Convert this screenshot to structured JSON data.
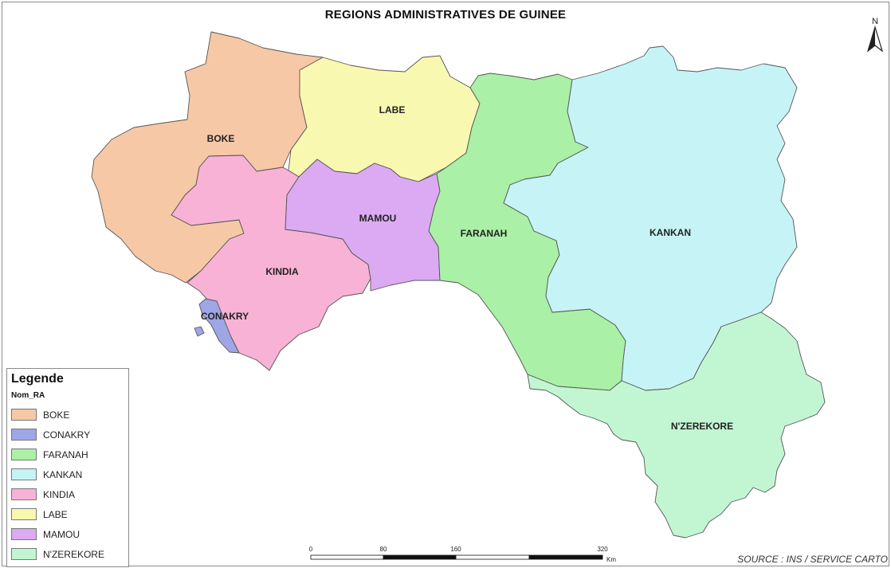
{
  "title": "REGIONS ADMINISTRATIVES DE GUINEE",
  "north_label": "N",
  "source": "SOURCE : INS / SERVICE CARTO",
  "legend": {
    "title": "Legende",
    "field": "Nom_RA",
    "items": [
      {
        "label": "BOKE",
        "color": "#f6c8a6"
      },
      {
        "label": "CONAKRY",
        "color": "#9ea6e6"
      },
      {
        "label": "FARANAH",
        "color": "#aaf0a6"
      },
      {
        "label": "KANKAN",
        "color": "#c6f4f6"
      },
      {
        "label": "KINDIA",
        "color": "#f8b2d6"
      },
      {
        "label": "LABE",
        "color": "#f8f8b0"
      },
      {
        "label": "MAMOU",
        "color": "#dcaaf2"
      },
      {
        "label": "N'ZEREKORE",
        "color": "#c2f6d2"
      }
    ]
  },
  "regions": {
    "boke": {
      "label": "BOKE",
      "color": "#f6c8a6"
    },
    "conakry": {
      "label": "CONAKRY",
      "color": "#9ea6e6"
    },
    "faranah": {
      "label": "FARANAH",
      "color": "#aaf0a6"
    },
    "kankan": {
      "label": "KANKAN",
      "color": "#c6f4f6"
    },
    "kindia": {
      "label": "KINDIA",
      "color": "#f8b2d6"
    },
    "labe": {
      "label": "LABE",
      "color": "#f8f8b0"
    },
    "mamou": {
      "label": "MAMOU",
      "color": "#dcaaf2"
    },
    "nzerekore": {
      "label": "N'ZEREKORE",
      "color": "#c2f6d2"
    }
  },
  "scale": {
    "ticks": [
      "0",
      "80",
      "160",
      "320"
    ],
    "unit": "Km"
  }
}
